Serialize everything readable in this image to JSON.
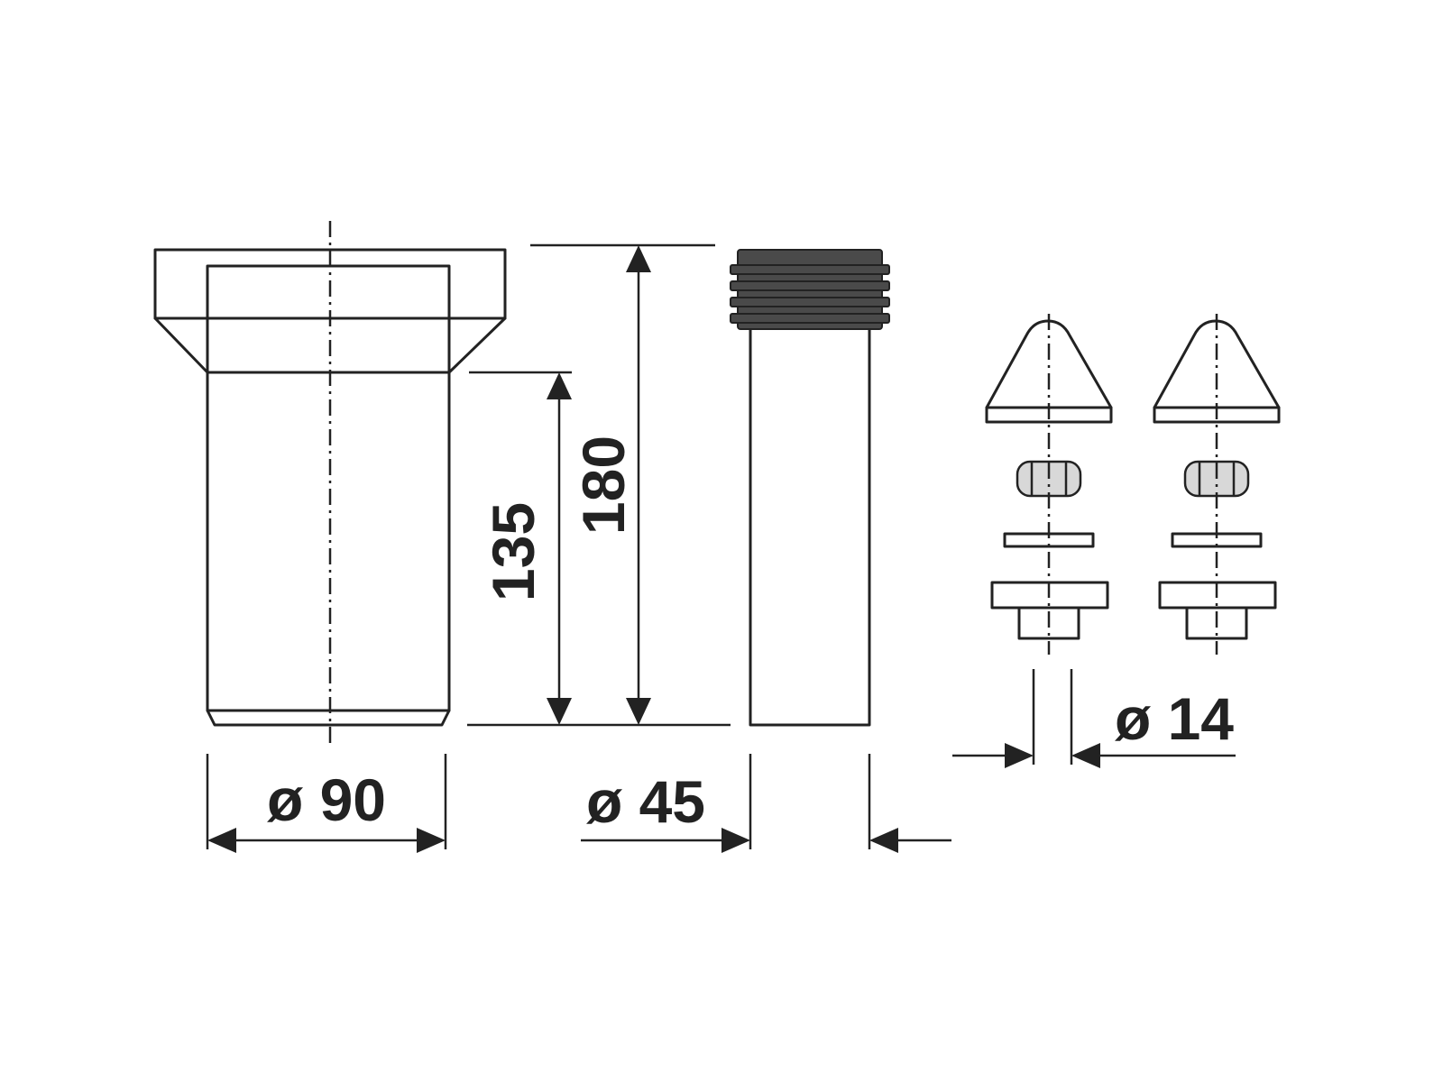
{
  "dimensions": {
    "height_total": "180",
    "height_pipe": "135",
    "diameter_outlet": "ø 90",
    "diameter_inlet": "ø 45",
    "diameter_bolt": "ø 14"
  },
  "colors": {
    "line": "#222222",
    "seal": "#4a4a4a",
    "nut_fill": "#d8d8d8",
    "background": "#ffffff"
  }
}
